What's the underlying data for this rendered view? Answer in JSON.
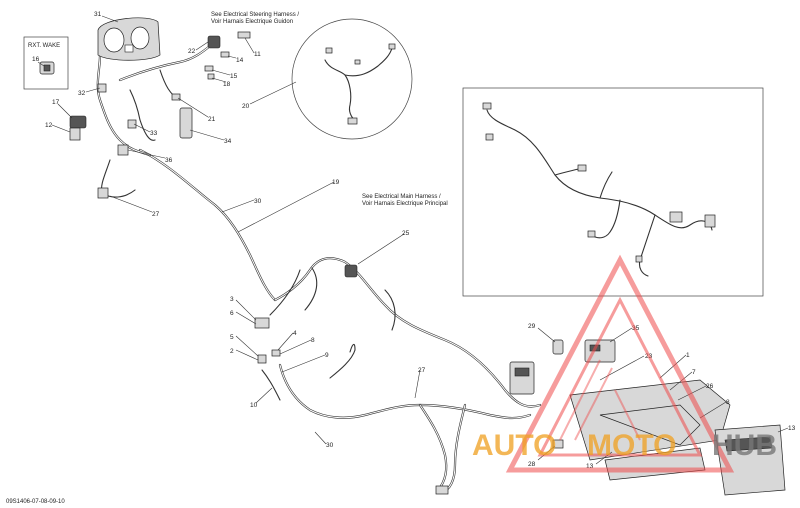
{
  "labels": {
    "rxt_wake": "RXT. WAKE",
    "steering_note_line1": "See Electrical Steering Harness /",
    "steering_note_line2": "Voir Harnais Electrique Guidon",
    "main_note_line1": "See Electrical Main Harness /",
    "main_note_line2": "Voir Harnais Electrique Principal",
    "doc_code": "09S1406-07-08-09-10"
  },
  "callouts": {
    "p31": "31",
    "p16": "16",
    "p17": "17",
    "p12": "12",
    "p32": "32",
    "p22": "22",
    "p14": "14",
    "p11": "11",
    "p15": "15",
    "p18": "18",
    "p20": "20",
    "p21": "21",
    "p33": "33",
    "p34": "34",
    "p36": "36",
    "p27a": "27",
    "p30a": "30",
    "p19": "19",
    "p25": "25",
    "p3": "3",
    "p6": "6",
    "p5": "5",
    "p4": "4",
    "p2": "2",
    "p8": "8",
    "p9": "9",
    "p10": "10",
    "p27b": "27",
    "p30b": "30",
    "p29": "29",
    "p35": "35",
    "p23": "23",
    "p1": "1",
    "p7": "7",
    "p26": "26",
    "p8b": "8",
    "p13a": "13",
    "p28": "28",
    "p13b": "13"
  },
  "watermark": {
    "part1": "AUTO",
    "part2": "MOTO",
    "part3": "HUB",
    "color": "#f0a020",
    "accent": "#ef4b4b"
  }
}
